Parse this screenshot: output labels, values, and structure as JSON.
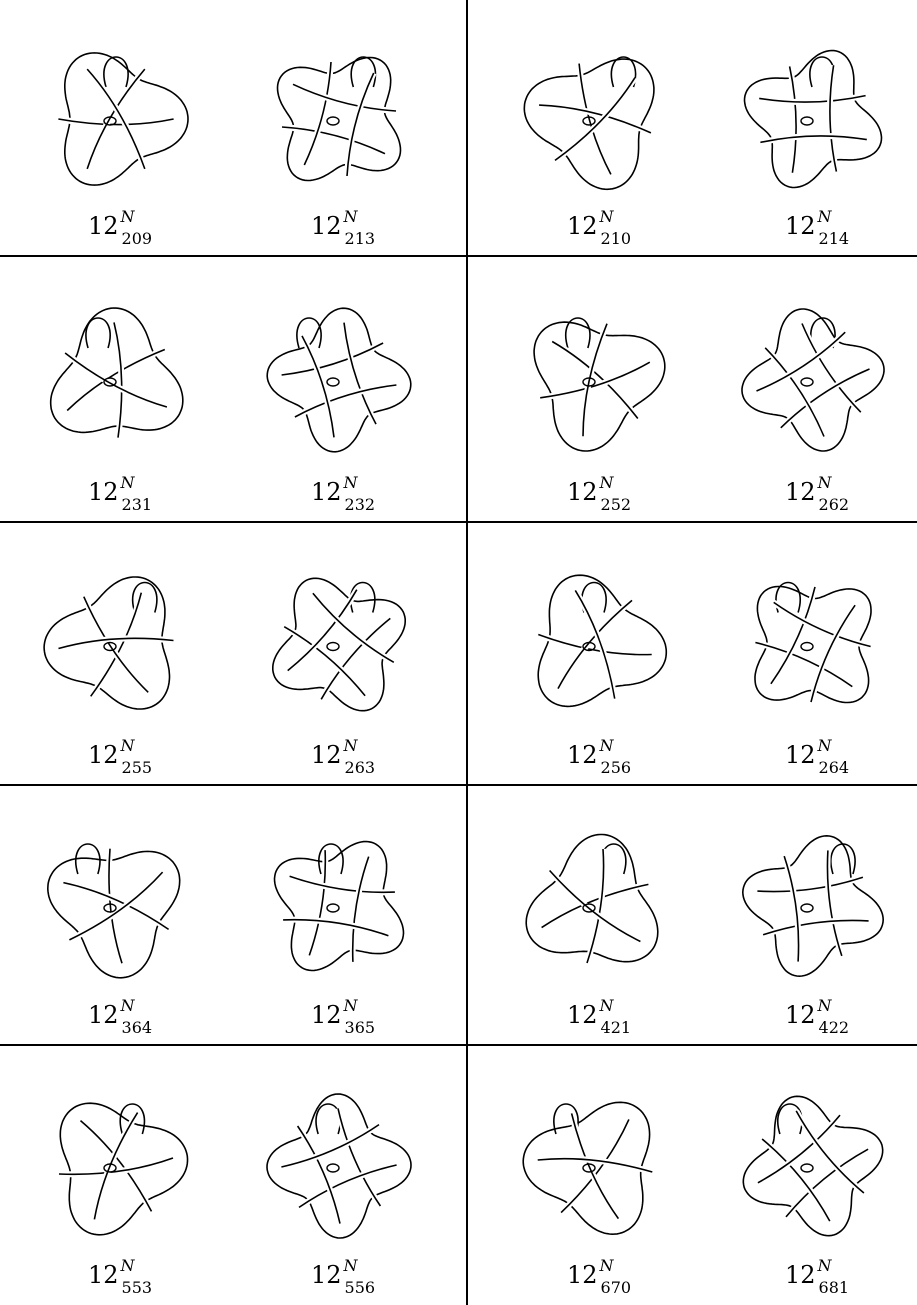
{
  "figure": {
    "description_free": true,
    "rows": [
      {
        "knots": [
          {
            "base": "12",
            "sup": "N",
            "sub": "209"
          },
          {
            "base": "12",
            "sup": "N",
            "sub": "213"
          },
          {
            "base": "12",
            "sup": "N",
            "sub": "210"
          },
          {
            "base": "12",
            "sup": "N",
            "sub": "214"
          }
        ]
      },
      {
        "knots": [
          {
            "base": "12",
            "sup": "N",
            "sub": "231"
          },
          {
            "base": "12",
            "sup": "N",
            "sub": "232"
          },
          {
            "base": "12",
            "sup": "N",
            "sub": "252"
          },
          {
            "base": "12",
            "sup": "N",
            "sub": "262"
          }
        ]
      },
      {
        "knots": [
          {
            "base": "12",
            "sup": "N",
            "sub": "255"
          },
          {
            "base": "12",
            "sup": "N",
            "sub": "263"
          },
          {
            "base": "12",
            "sup": "N",
            "sub": "256"
          },
          {
            "base": "12",
            "sup": "N",
            "sub": "264"
          }
        ]
      },
      {
        "knots": [
          {
            "base": "12",
            "sup": "N",
            "sub": "364"
          },
          {
            "base": "12",
            "sup": "N",
            "sub": "365"
          },
          {
            "base": "12",
            "sup": "N",
            "sub": "421"
          },
          {
            "base": "12",
            "sup": "N",
            "sub": "422"
          }
        ]
      },
      {
        "knots": [
          {
            "base": "12",
            "sup": "N",
            "sub": "553"
          },
          {
            "base": "12",
            "sup": "N",
            "sub": "556"
          },
          {
            "base": "12",
            "sup": "N",
            "sub": "670"
          },
          {
            "base": "12",
            "sup": "N",
            "sub": "681"
          }
        ]
      }
    ],
    "colors": {
      "ink": "#000000",
      "background": "#ffffff"
    }
  }
}
